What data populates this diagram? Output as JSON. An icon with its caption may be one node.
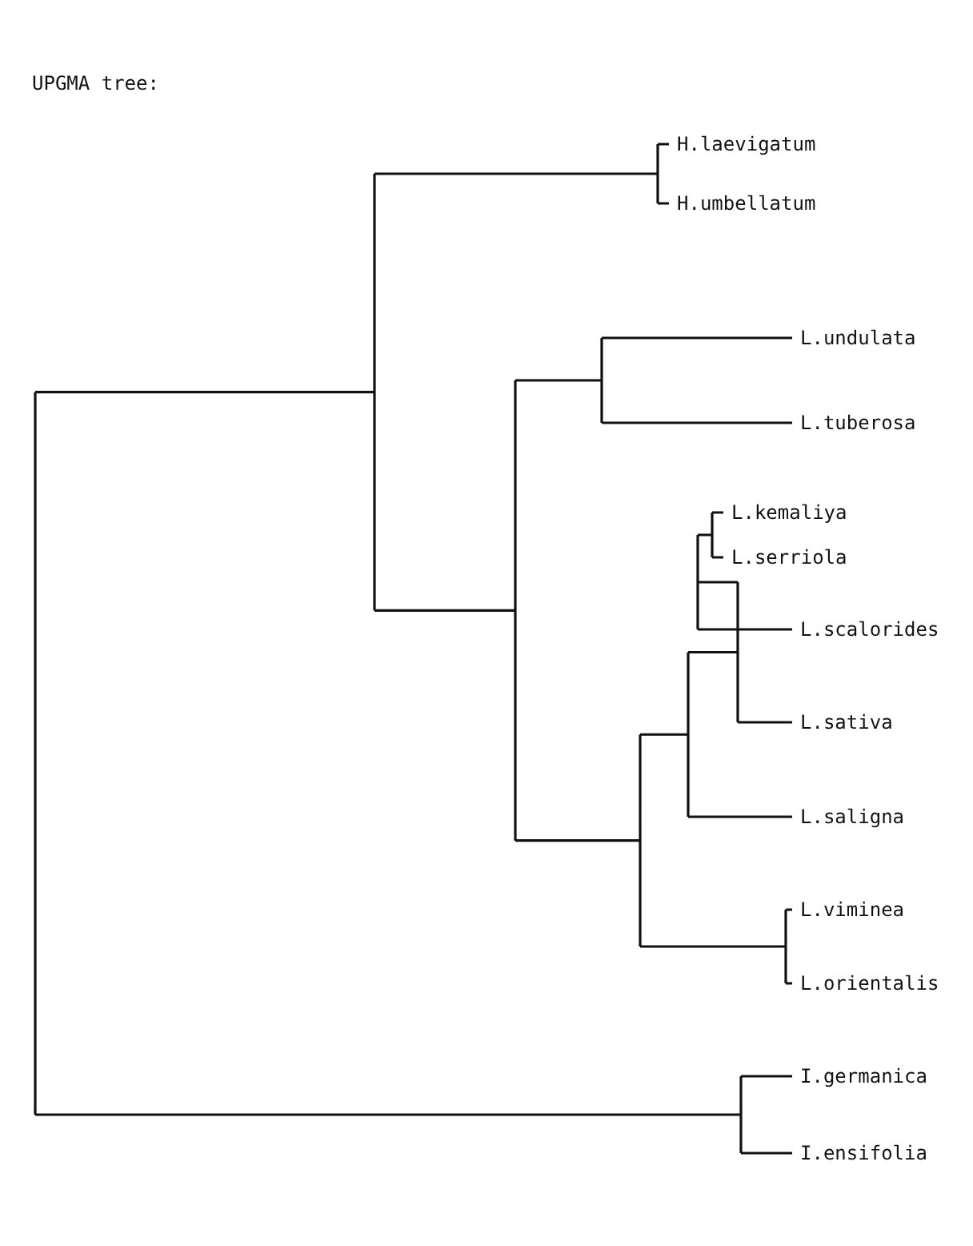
{
  "diagram": {
    "title": "UPGMA tree:",
    "labels": [
      "H.laevigatum",
      "H.umbellatum",
      "L.undulata",
      "L.tuberosa",
      "L.kemaliya",
      "L.serriola",
      "L.scalorides",
      "L.sativa",
      "L.saligna",
      "L.viminea",
      "L.orientalis",
      "I.germanica",
      "I.ensifolia"
    ]
  }
}
